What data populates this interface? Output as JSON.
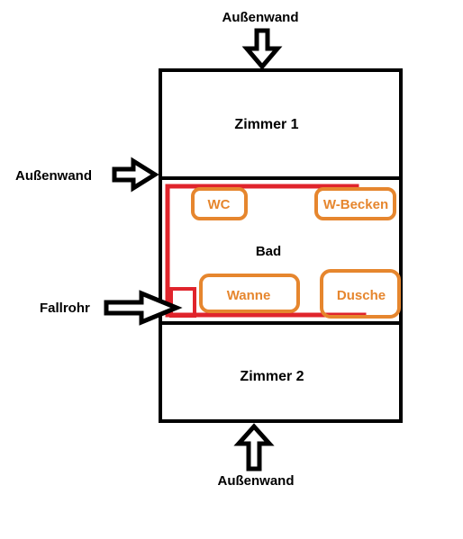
{
  "labels": {
    "wall_top": "Außenwand",
    "wall_left": "Außenwand",
    "wall_bottom": "Außenwand",
    "room_1": "Zimmer 1",
    "room_2": "Zimmer 2",
    "bathroom": "Bad",
    "downpipe": "Fallrohr"
  },
  "fixtures": {
    "wc": "WC",
    "sink": "W-Becken",
    "tub": "Wanne",
    "shower": "Dusche"
  },
  "colors": {
    "walls": "#000000",
    "pipes": "#e0242c",
    "fixtures": "#e6862e"
  }
}
